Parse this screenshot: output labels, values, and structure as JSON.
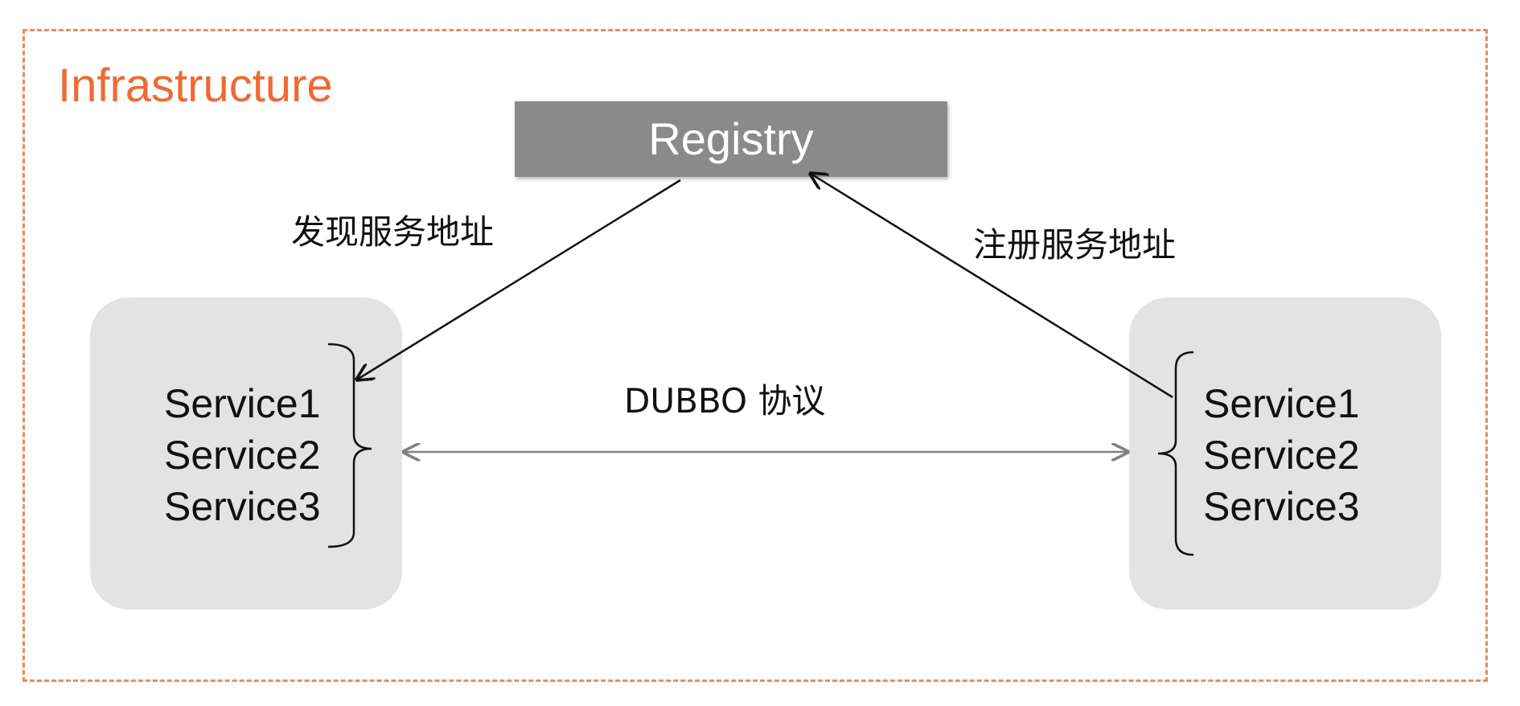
{
  "title": "Infrastructure",
  "registry": {
    "label": "Registry"
  },
  "left_group": {
    "services": [
      "Service1",
      "Service2",
      "Service3"
    ]
  },
  "right_group": {
    "services": [
      "Service1",
      "Service2",
      "Service3"
    ]
  },
  "edges": {
    "discover": "发现服务地址",
    "register": "注册服务地址",
    "protocol": "DUBBO 协议"
  },
  "colors": {
    "frame_border": "#ec8b5a",
    "title": "#ee6a34",
    "registry_fill": "#8a8a8a",
    "service_box_fill": "#e3e3e3",
    "protocol_arrow": "#808080"
  }
}
